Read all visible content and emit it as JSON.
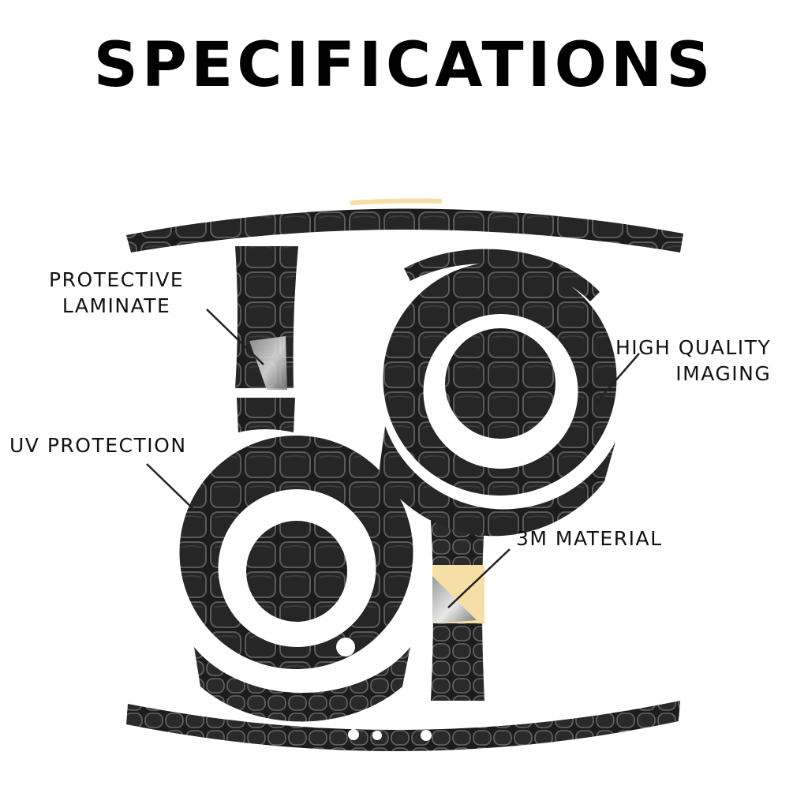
{
  "title": "SPECIFICATIONS",
  "callouts": {
    "protective_laminate": [
      "PROTECTIVE",
      "LAMINATE"
    ],
    "high_quality_imaging": [
      "HIGH QUALITY",
      "IMAGING"
    ],
    "uv_protection": [
      "UV PROTECTION"
    ],
    "material": [
      "3M MATERIAL"
    ]
  },
  "colors": {
    "skin_dark": "#1c1c1c",
    "skin_scale": "#5a5a5a",
    "backing": "#f6dfa6",
    "leader_line": "#222222"
  }
}
